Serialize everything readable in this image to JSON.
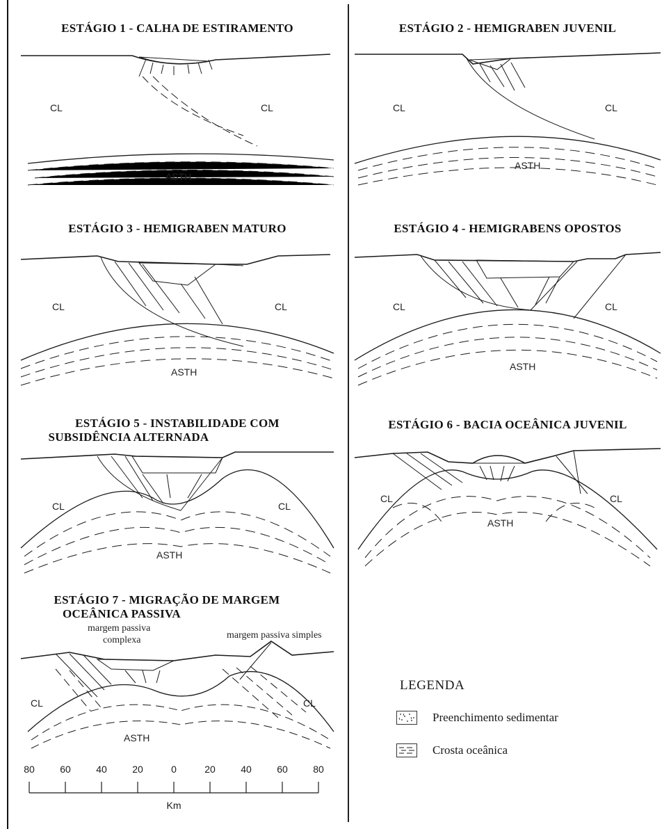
{
  "stages": [
    {
      "id": "s1",
      "title": "ESTÁGIO 1 - CALHA DE ESTIRAMENTO",
      "left_label": "CL",
      "right_label": "CL",
      "mantle_label": "ASTH"
    },
    {
      "id": "s2",
      "title": "ESTÁGIO 2 - HEMIGRABEN JUVENIL",
      "left_label": "CL",
      "right_label": "CL",
      "mantle_label": "ASTH"
    },
    {
      "id": "s3",
      "title": "ESTÁGIO 3 - HEMIGRABEN MATURO",
      "left_label": "CL",
      "right_label": "CL",
      "mantle_label": "ASTH"
    },
    {
      "id": "s4",
      "title": "ESTÁGIO 4 - HEMIGRABENS OPOSTOS",
      "left_label": "CL",
      "right_label": "CL",
      "mantle_label": "ASTH"
    },
    {
      "id": "s5",
      "title_line1": "ESTÁGIO 5 - INSTABILIDADE COM",
      "title_line2": "SUBSIDÊNCIA ALTERNADA",
      "left_label": "CL",
      "right_label": "CL",
      "mantle_label": "ASTH"
    },
    {
      "id": "s6",
      "title": "ESTÁGIO 6 - BACIA OCEÂNICA JUVENIL",
      "left_label": "CL",
      "right_label": "CL",
      "mantle_label": "ASTH"
    },
    {
      "id": "s7",
      "title_line1": "ESTÁGIO 7 - MIGRAÇÃO DE MARGEM",
      "title_line2": "OCEÂNICA PASSIVA",
      "left_label": "CL",
      "right_label": "CL",
      "mantle_label": "ASTH",
      "annotation_left_line1": "margem passiva",
      "annotation_left_line2": "complexa",
      "annotation_right": "margem passiva simples"
    }
  ],
  "legend": {
    "title": "LEGENDA",
    "items": [
      {
        "label": "Preenchimento sedimentar",
        "pattern": "sediment-dots"
      },
      {
        "label": "Crosta oceânica",
        "pattern": "oceanic-dashes"
      }
    ]
  },
  "scale_bar": {
    "ticks": [
      "80",
      "60",
      "40",
      "20",
      "0",
      "20",
      "40",
      "60",
      "80"
    ],
    "unit": "Km"
  },
  "colors": {
    "ink": "#1a1a1a",
    "paper": "#ffffff"
  }
}
